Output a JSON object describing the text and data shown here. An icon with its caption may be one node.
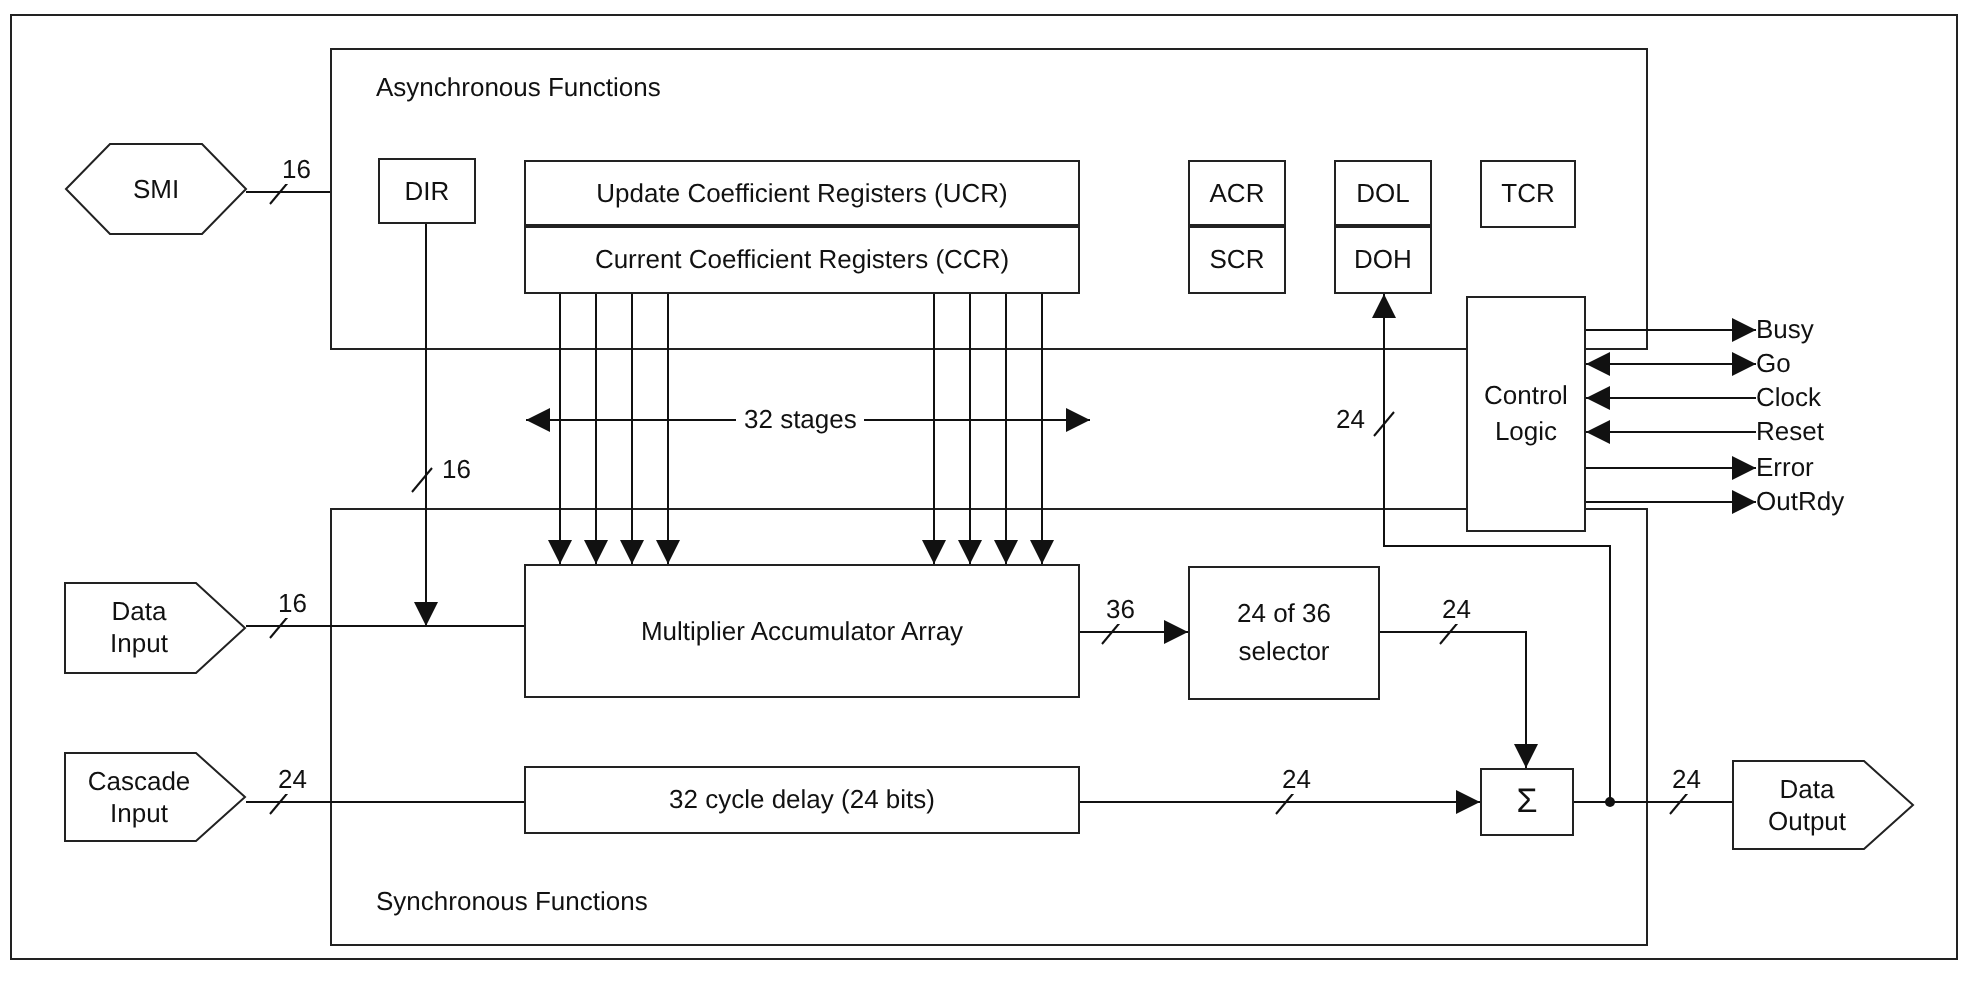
{
  "diagram": {
    "nodes": [
      {
        "text": [
          "Asynchronous Functions"
        ]
      },
      {
        "text": [
          "SMI"
        ]
      },
      {
        "text": [
          "DIR"
        ],
        "in": 0
      },
      {
        "text": [
          "Update Coefficient Registers (UCR)"
        ],
        "in": 0
      },
      {
        "text": [
          "Current Coefficient Registers (CCR)"
        ],
        "in": 0
      },
      {
        "text": [
          "ACR"
        ],
        "in": 0
      },
      {
        "text": [
          "SCR"
        ],
        "in": 0
      },
      {
        "text": [
          "DOL"
        ],
        "in": 0
      },
      {
        "text": [
          "DOH"
        ],
        "in": 0
      },
      {
        "text": [
          "TCR"
        ],
        "in": 0
      },
      {
        "text": [
          "Control Logic"
        ]
      },
      {
        "text": [
          "Busy"
        ]
      },
      {
        "text": [
          "Go"
        ]
      },
      {
        "text": [
          "Clock"
        ]
      },
      {
        "text": [
          "Reset"
        ]
      },
      {
        "text": [
          "Error"
        ]
      },
      {
        "text": [
          "OutRdy"
        ]
      },
      {
        "text": [
          "Synchronous Functions"
        ]
      },
      {
        "text": [
          "Data Input"
        ]
      },
      {
        "text": [
          "Multiplier Accumulator Array"
        ],
        "in": 17
      },
      {
        "text": [
          "24 of 36 selector"
        ],
        "in": 17
      },
      {
        "text": [
          "Cascade Input"
        ]
      },
      {
        "text": [
          "32 cycle delay (24 bits)"
        ],
        "in": 17
      },
      {
        "text": [
          "Σ"
        ],
        "in": 17
      },
      {
        "text": [
          "Data Output"
        ]
      }
    ],
    "edges": [
      {
        "from": 1,
        "to": 0,
        "arrow": "none",
        "label": "16"
      },
      {
        "from": 2,
        "to": null,
        "arrow": "to",
        "label": "16"
      },
      {
        "from": 4,
        "to": 19,
        "arrow": "to"
      },
      {
        "from": 4,
        "to": 19,
        "arrow": "to"
      },
      {
        "from": 4,
        "to": 19,
        "arrow": "to"
      },
      {
        "from": 4,
        "to": 19,
        "arrow": "to"
      },
      {
        "from": 4,
        "to": 19,
        "arrow": "to"
      },
      {
        "from": 4,
        "to": 19,
        "arrow": "to"
      },
      {
        "from": 4,
        "to": 19,
        "arrow": "to"
      },
      {
        "from": 4,
        "to": 19,
        "arrow": "to"
      },
      {
        "from": 18,
        "to": 19,
        "arrow": "none",
        "label": "16"
      },
      {
        "from": 19,
        "to": 20,
        "arrow": "to",
        "label": "36"
      },
      {
        "from": 20,
        "to": 23,
        "arrow": "to",
        "label": "24"
      },
      {
        "from": 21,
        "to": 22,
        "arrow": "none",
        "label": "24"
      },
      {
        "from": 22,
        "to": 23,
        "arrow": "to",
        "label": "24"
      },
      {
        "from": 23,
        "to": 24,
        "arrow": "none",
        "label": "24"
      },
      {
        "from": 23,
        "to": 8,
        "arrow": "to",
        "label": "24"
      },
      {
        "from": 10,
        "to": 11,
        "arrow": "to"
      },
      {
        "from": 10,
        "to": 12,
        "arrow": "both"
      },
      {
        "from": 13,
        "to": 10,
        "arrow": "to"
      },
      {
        "from": 14,
        "to": 10,
        "arrow": "to"
      },
      {
        "from": 10,
        "to": 15,
        "arrow": "to"
      },
      {
        "from": 10,
        "to": 16,
        "arrow": "to"
      }
    ],
    "labels": [
      "32 stages"
    ]
  }
}
